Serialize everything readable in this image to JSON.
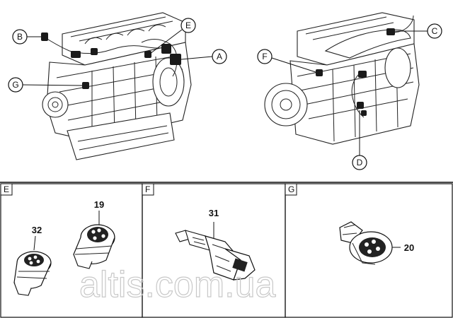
{
  "callouts": {
    "a": "A",
    "b": "B",
    "c": "C",
    "d": "D",
    "e": "E",
    "f": "F",
    "g": "G"
  },
  "panels": {
    "e": {
      "tag": "E",
      "parts": [
        "32",
        "19"
      ]
    },
    "f": {
      "tag": "F",
      "parts": [
        "31"
      ]
    },
    "g": {
      "tag": "G",
      "parts": [
        "20"
      ]
    }
  },
  "watermark": "altis.com.ua"
}
